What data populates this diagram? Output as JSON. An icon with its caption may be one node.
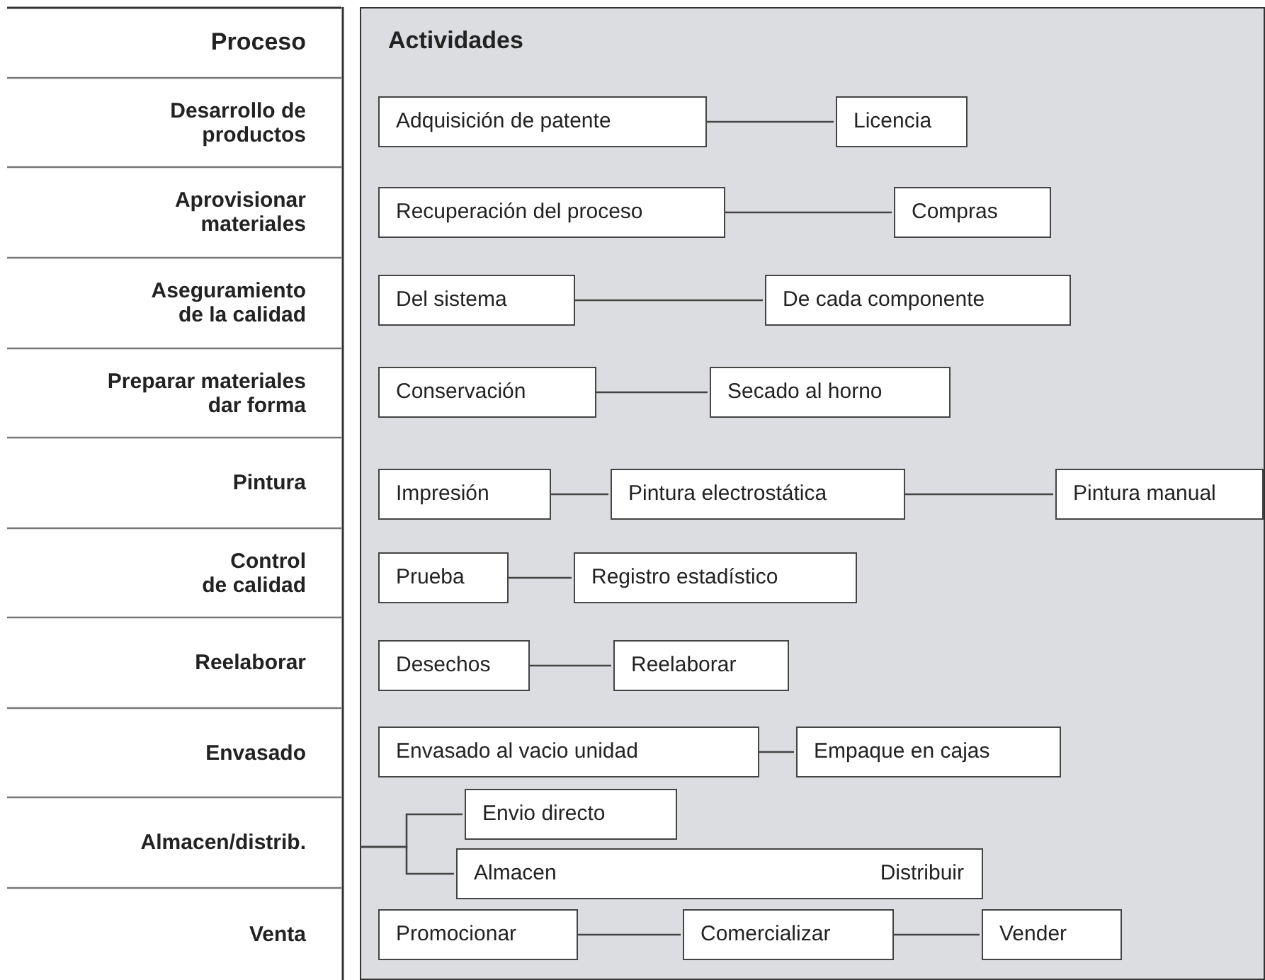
{
  "diagram": {
    "nodes": [
      {
        "text": [
          "Actividades"
        ]
      },
      {
        "text": [
          "Adquisición de patente"
        ],
        "in": 0
      },
      {
        "text": [
          "Licencia"
        ],
        "in": 0
      },
      {
        "text": [
          "Recuperación del proceso"
        ],
        "in": 0
      },
      {
        "text": [
          "Compras"
        ],
        "in": 0
      },
      {
        "text": [
          "Del sistema"
        ],
        "in": 0
      },
      {
        "text": [
          "De cada componente"
        ],
        "in": 0
      },
      {
        "text": [
          "Conservación"
        ],
        "in": 0
      },
      {
        "text": [
          "Secado al horno"
        ],
        "in": 0
      },
      {
        "text": [
          "Impresión"
        ],
        "in": 0
      },
      {
        "text": [
          "Pintura electrostática"
        ],
        "in": 0
      },
      {
        "text": [
          "Pintura manual"
        ],
        "in": 0
      },
      {
        "text": [
          "Prueba"
        ],
        "in": 0
      },
      {
        "text": [
          "Registro estadístico"
        ],
        "in": 0
      },
      {
        "text": [
          "Desechos"
        ],
        "in": 0
      },
      {
        "text": [
          "Reelaborar"
        ],
        "in": 0
      },
      {
        "text": [
          "Envasado al vacio unidad"
        ],
        "in": 0
      },
      {
        "text": [
          "Empaque en cajas"
        ],
        "in": 0
      },
      {
        "text": [
          "Envio directo"
        ],
        "in": 0
      },
      {
        "text": [
          "Almacen",
          "Distribuir"
        ],
        "in": 0
      },
      {
        "text": [
          "Promocionar"
        ],
        "in": 0
      },
      {
        "text": [
          "Comercializar"
        ],
        "in": 0
      },
      {
        "text": [
          "Vender"
        ],
        "in": 0
      }
    ],
    "edges": [
      {
        "from": 1,
        "to": 2,
        "arrow": "none"
      },
      {
        "from": 3,
        "to": 4,
        "arrow": "none"
      },
      {
        "from": 5,
        "to": 6,
        "arrow": "none"
      },
      {
        "from": 7,
        "to": 8,
        "arrow": "none"
      },
      {
        "from": 9,
        "to": 10,
        "arrow": "none"
      },
      {
        "from": 10,
        "to": 11,
        "arrow": "none"
      },
      {
        "from": 12,
        "to": 13,
        "arrow": "none"
      },
      {
        "from": 14,
        "to": 15,
        "arrow": "none"
      },
      {
        "from": 16,
        "to": 17,
        "arrow": "none"
      },
      {
        "from": null,
        "to": 18,
        "arrow": "none"
      },
      {
        "from": null,
        "to": 19,
        "arrow": "none"
      },
      {
        "from": 20,
        "to": 21,
        "arrow": "none"
      },
      {
        "from": 21,
        "to": 22,
        "arrow": "none"
      }
    ],
    "labels": [
      "Proceso",
      "Desarrollo de productos",
      "Aprovisionar materiales",
      "Aseguramiento de la calidad",
      "Preparar materiales dar forma",
      "Pintura",
      "Control de calidad",
      "Reelaborar",
      "Envasado",
      "Almacen/distrib.",
      "Venta"
    ]
  }
}
